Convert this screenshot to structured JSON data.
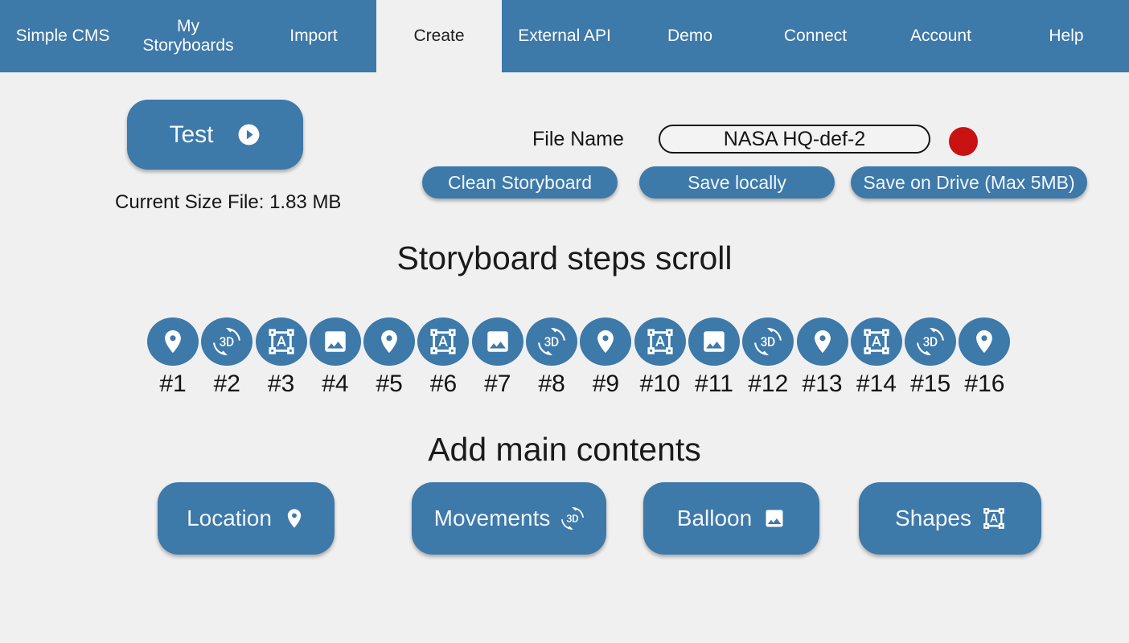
{
  "colors": {
    "accent": "#3d79a9",
    "record_red": "#c91212",
    "page_bg": "#f1f0f0"
  },
  "nav": {
    "items": [
      {
        "label": "Simple CMS",
        "active": false
      },
      {
        "label": "My Storyboards",
        "active": false
      },
      {
        "label": "Import",
        "active": false
      },
      {
        "label": "Create",
        "active": true
      },
      {
        "label": "External API",
        "active": false
      },
      {
        "label": "Demo",
        "active": false
      },
      {
        "label": "Connect",
        "active": false
      },
      {
        "label": "Account",
        "active": false
      },
      {
        "label": "Help",
        "active": false
      }
    ]
  },
  "toolbar": {
    "test_label": "Test",
    "test_icon": "play-icon",
    "current_size_label": "Current Size File: ",
    "current_size_value": "1.83 MB",
    "file_name_label": "File Name",
    "file_name_value": "NASA HQ-def-2",
    "record_indicator_color": "#c91212",
    "clean_label": "Clean Storyboard",
    "save_locally_label": "Save locally",
    "save_drive_label": "Save on Drive (Max 5MB)"
  },
  "steps": {
    "title": "Storyboard steps scroll",
    "items": [
      {
        "label": "#1",
        "icon": "location-icon"
      },
      {
        "label": "#2",
        "icon": "3d-rotation-icon"
      },
      {
        "label": "#3",
        "icon": "format-shapes-icon"
      },
      {
        "label": "#4",
        "icon": "image-icon"
      },
      {
        "label": "#5",
        "icon": "location-icon"
      },
      {
        "label": "#6",
        "icon": "format-shapes-icon"
      },
      {
        "label": "#7",
        "icon": "image-icon"
      },
      {
        "label": "#8",
        "icon": "3d-rotation-icon"
      },
      {
        "label": "#9",
        "icon": "location-icon"
      },
      {
        "label": "#10",
        "icon": "format-shapes-icon"
      },
      {
        "label": "#11",
        "icon": "image-icon"
      },
      {
        "label": "#12",
        "icon": "3d-rotation-icon"
      },
      {
        "label": "#13",
        "icon": "location-icon"
      },
      {
        "label": "#14",
        "icon": "format-shapes-icon"
      },
      {
        "label": "#15",
        "icon": "3d-rotation-icon"
      },
      {
        "label": "#16",
        "icon": "location-icon"
      }
    ]
  },
  "contents": {
    "title": "Add main contents",
    "buttons": [
      {
        "label": "Location",
        "icon": "location-icon"
      },
      {
        "label": "Movements",
        "icon": "3d-rotation-icon"
      },
      {
        "label": "Balloon",
        "icon": "image-icon"
      },
      {
        "label": "Shapes",
        "icon": "format-shapes-icon"
      }
    ]
  }
}
